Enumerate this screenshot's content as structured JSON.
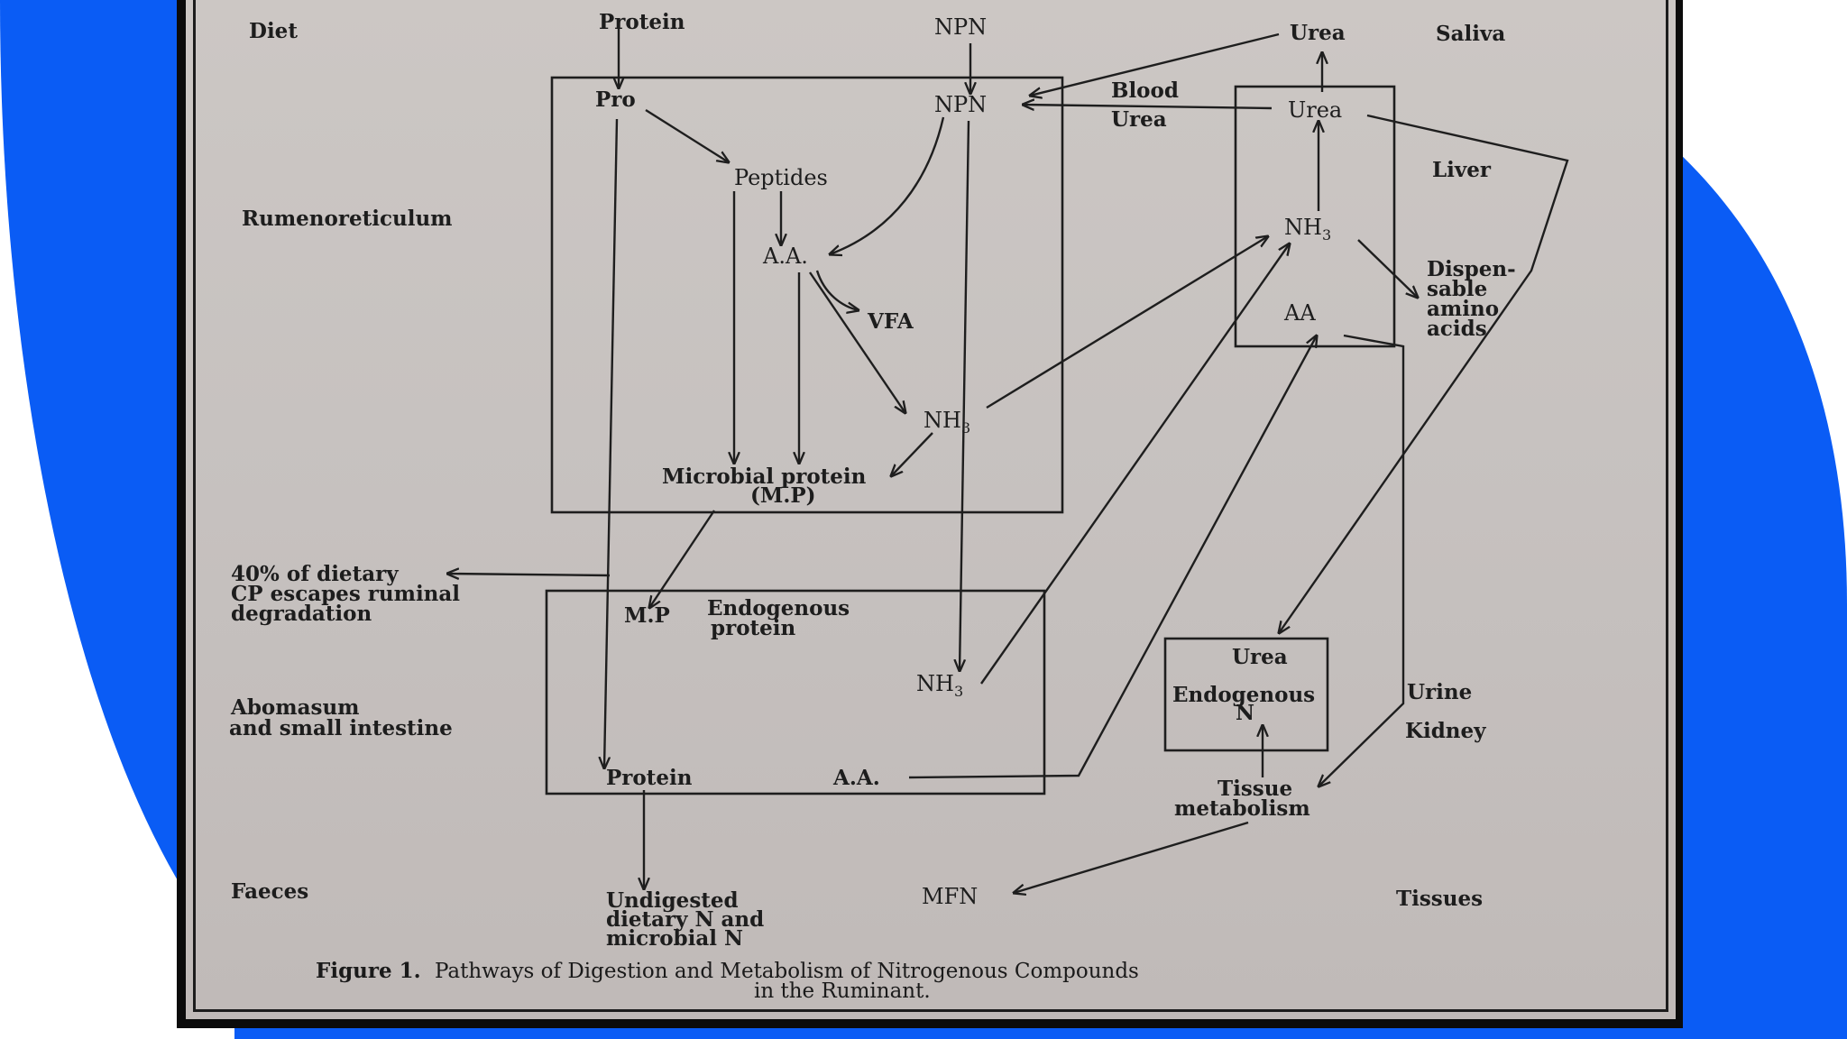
{
  "colors": {
    "accent_blue": "#0a5cf5",
    "frame": "#0b0b0b",
    "paper": "#c9c4c1",
    "ink": "#1d1d1d"
  },
  "diagram": {
    "row_labels": {
      "diet": "Diet",
      "rumen": "Rumenoreticulum",
      "abomasum_1": "Abomasum",
      "abomasum_2": "and small intestine",
      "faeces": "Faeces"
    },
    "right_labels": {
      "saliva": "Saliva",
      "liver": "Liver",
      "urine": "Urine",
      "kidney": "Kidney",
      "tissues": "Tissues"
    },
    "top": {
      "protein": "Protein",
      "npn": "NPN",
      "urea": "Urea"
    },
    "rumen": {
      "pro": "Pro",
      "npn": "NPN",
      "peptides": "Peptides",
      "aa": "A.A.",
      "vfa": "VFA",
      "nh3": "NH",
      "nh3_sub": "3",
      "microbial_protein_1": "Microbial protein",
      "microbial_protein_2": "(M.P)"
    },
    "blood_urea_1": "Blood",
    "blood_urea_2": "Urea",
    "liver": {
      "urea": "Urea",
      "nh3": "NH",
      "nh3_sub": "3",
      "aa": "AA",
      "dispensable": [
        "Dispen-",
        "sable",
        "amino",
        "acids"
      ]
    },
    "escape": [
      "40% of dietary",
      "CP escapes ruminal",
      "degradation"
    ],
    "intestine": {
      "mp": "M.P",
      "endogenous_1": "Endogenous",
      "endogenous_2": "protein",
      "nh3": "NH",
      "nh3_sub": "3",
      "protein": "Protein",
      "aa": "A.A."
    },
    "kidney_box": {
      "urea": "Urea",
      "endogenous_1": "Endogenous",
      "endogenous_2": "N"
    },
    "tissue_metabolism": [
      "Tissue",
      "metabolism"
    ],
    "undigested": [
      "Undigested",
      "dietary N and",
      "microbial N"
    ],
    "mfn": "MFN",
    "caption": {
      "figure_label": "Figure 1.",
      "line1": "Pathways of Digestion and Metabolism of Nitrogenous Compounds",
      "line2": "in the Ruminant."
    }
  }
}
